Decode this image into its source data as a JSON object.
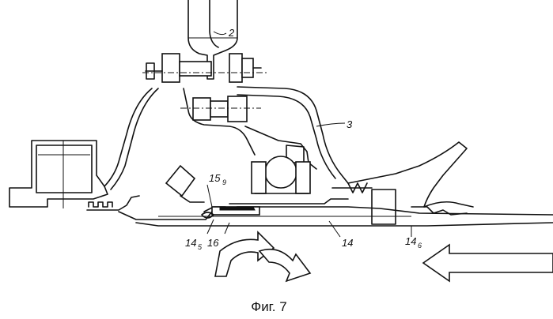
{
  "figure": {
    "caption": "Фиг. 7",
    "labels": {
      "l2": "2",
      "l3": "3",
      "l15": "15",
      "l15_sub": "9",
      "l14a": "14",
      "l14a_sub": "5",
      "l16": "16",
      "l14b": "14",
      "l14c": "14",
      "l14c_sub": "6"
    },
    "colors": {
      "ink": "#111111",
      "background": "#ffffff"
    }
  }
}
